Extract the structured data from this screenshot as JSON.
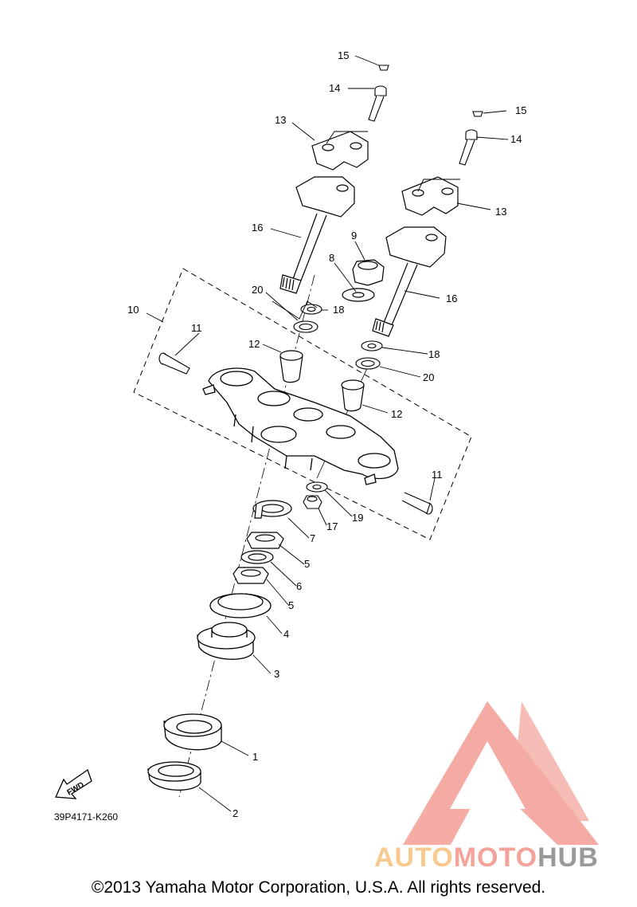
{
  "diagram": {
    "part_code": "39P4171-K260",
    "fwd_label": "FWD",
    "callouts": {
      "c1": "1",
      "c2": "2",
      "c3": "3",
      "c4": "4",
      "c5a": "5",
      "c5b": "5",
      "c6": "6",
      "c7": "7",
      "c8": "8",
      "c9": "9",
      "c10": "10",
      "c11a": "11",
      "c11b": "11",
      "c12a": "12",
      "c12b": "12",
      "c13a": "13",
      "c13b": "13",
      "c14a": "14",
      "c14b": "14",
      "c15a": "15",
      "c15b": "15",
      "c16a": "16",
      "c16b": "16",
      "c17": "17",
      "c18a": "18",
      "c18b": "18",
      "c19": "19",
      "c20a": "20",
      "c20b": "20"
    }
  },
  "watermark": {
    "part1": "AUTO",
    "part2": "MOTO",
    "part3": "HUB",
    "color_light": "#f7c98f",
    "color_pink": "#f3a39a",
    "color_grey": "#9a9a9a"
  },
  "footer": {
    "copyright": "©2013 Yamaha Motor Corporation, U.S.A. All rights reserved."
  }
}
